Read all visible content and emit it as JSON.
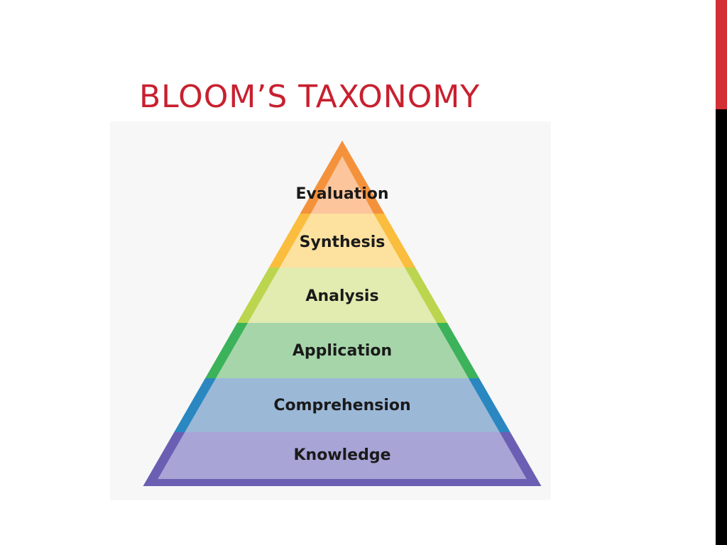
{
  "slide": {
    "title": "BLOOM’S TAXONOMY",
    "title_color": "#c8202f"
  },
  "accent": {
    "top_color": "#d32f35",
    "bottom_color": "#000000"
  },
  "diagram": {
    "background": "#f7f7f7",
    "levels": [
      {
        "label": "Evaluation",
        "fill": "#fcc59c",
        "stroke": "#f4923c"
      },
      {
        "label": "Synthesis",
        "fill": "#fde19f",
        "stroke": "#fbbd3e"
      },
      {
        "label": "Analysis",
        "fill": "#e2ebb0",
        "stroke": "#bcd54e"
      },
      {
        "label": "Application",
        "fill": "#a6d5aa",
        "stroke": "#3cb25a"
      },
      {
        "label": "Comprehension",
        "fill": "#9bb8d7",
        "stroke": "#2a87c0"
      },
      {
        "label": "Knowledge",
        "fill": "#a8a4d6",
        "stroke": "#6a5fb3"
      }
    ]
  }
}
